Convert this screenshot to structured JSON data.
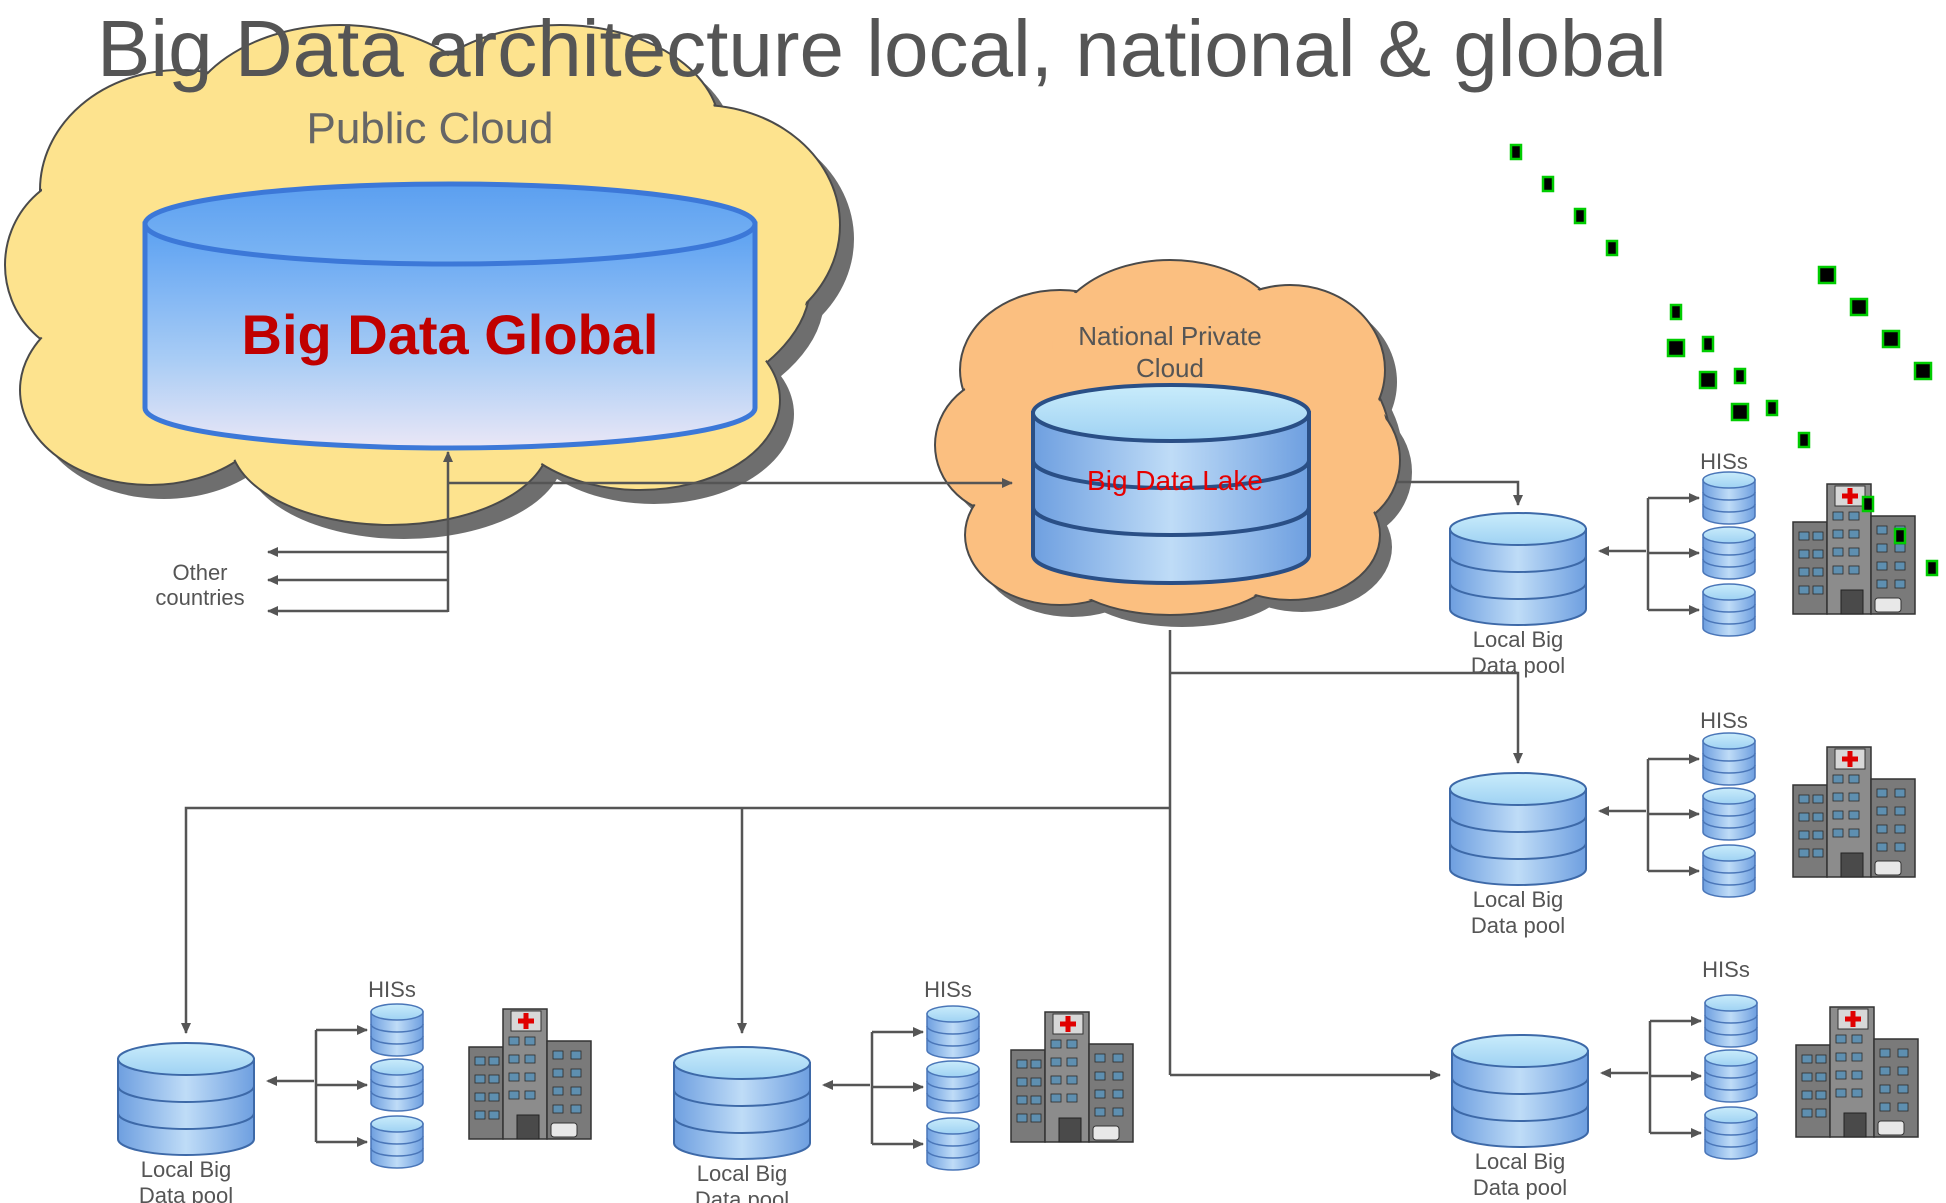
{
  "title": "Big Data architecture local, national & global",
  "public_cloud": {
    "label": "Public Cloud",
    "db_label": "Big Data Global"
  },
  "national_cloud": {
    "label_line1": "National Private",
    "label_line2": "Cloud",
    "db_label": "Big Data Lake"
  },
  "other_countries": {
    "line1": "Other",
    "line2": "countries"
  },
  "local_pool": {
    "line1": "Local Big",
    "line2": "Data pool"
  },
  "his_label": "HISs",
  "colors": {
    "public_cloud_fill": "#fde38e",
    "national_cloud_fill": "#fbbf80",
    "db_blue": "#7fb2f0",
    "global_text": "#c00000",
    "lake_text": "#e60000",
    "connector": "#555555",
    "marker_green": "#00cc00"
  },
  "icons": [
    "cloud-shape",
    "database-cylinder",
    "hospital-building-icon",
    "arrow-connector"
  ]
}
